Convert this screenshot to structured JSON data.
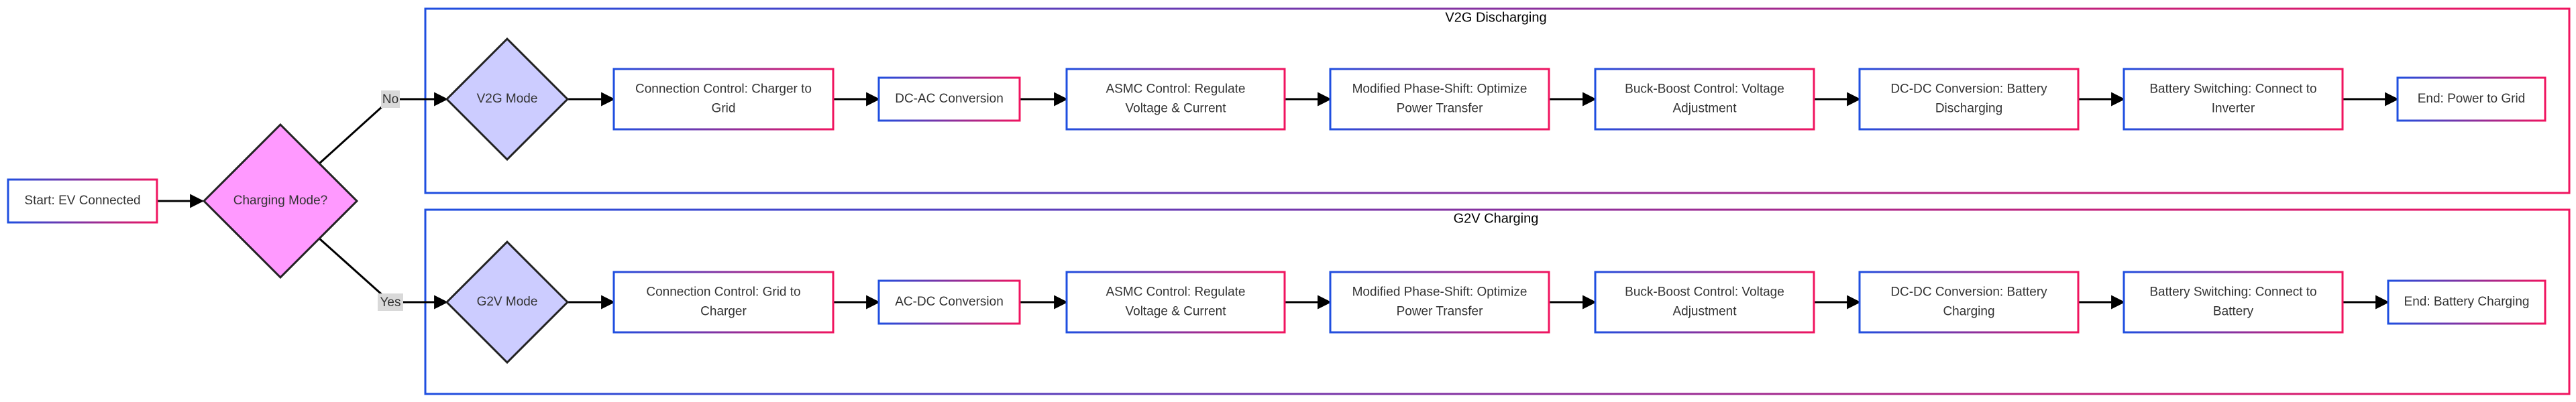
{
  "colors": {
    "border_start": "#1f4fe0",
    "border_end": "#f0145f",
    "decision_fill": "#ff99ff",
    "mode_fill": "#ccccff",
    "label_bg": "#d9d9d9",
    "arrow": "#000000"
  },
  "start": {
    "label": "Start: EV Connected"
  },
  "decision": {
    "label": "Charging Mode?"
  },
  "edges": {
    "no_label": "No",
    "yes_label": "Yes"
  },
  "groups": [
    {
      "title": "V2G Discharging",
      "mode": "V2G Mode",
      "steps": [
        [
          "Connection Control: Charger to",
          "Grid"
        ],
        [
          "DC-AC Conversion"
        ],
        [
          "ASMC Control: Regulate",
          "Voltage & Current"
        ],
        [
          "Modified Phase-Shift: Optimize",
          "Power Transfer"
        ],
        [
          "Buck-Boost Control: Voltage",
          "Adjustment"
        ],
        [
          "DC-DC Conversion: Battery",
          "Discharging"
        ],
        [
          "Battery Switching: Connect to",
          "Inverter"
        ],
        [
          "End: Power to Grid"
        ]
      ]
    },
    {
      "title": "G2V Charging",
      "mode": "G2V Mode",
      "steps": [
        [
          "Connection Control: Grid to",
          "Charger"
        ],
        [
          "AC-DC Conversion"
        ],
        [
          "ASMC Control: Regulate",
          "Voltage & Current"
        ],
        [
          "Modified Phase-Shift: Optimize",
          "Power Transfer"
        ],
        [
          "Buck-Boost Control: Voltage",
          "Adjustment"
        ],
        [
          "DC-DC Conversion: Battery",
          "Charging"
        ],
        [
          "Battery Switching: Connect to",
          "Battery"
        ],
        [
          "End: Battery Charging"
        ]
      ]
    }
  ]
}
